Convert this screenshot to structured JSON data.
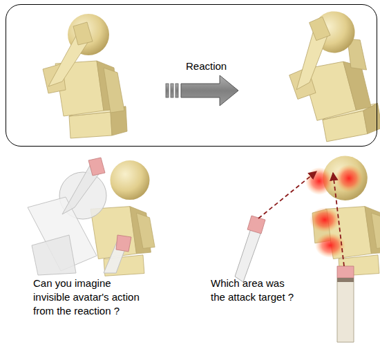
{
  "diagram": {
    "nodes": [
      {
        "text": [
          "Reaction"
        ]
      }
    ],
    "labels": [
      "Can you imagine invisible avatar's action from the reaction ?",
      "Which area was the attack target ?"
    ]
  }
}
